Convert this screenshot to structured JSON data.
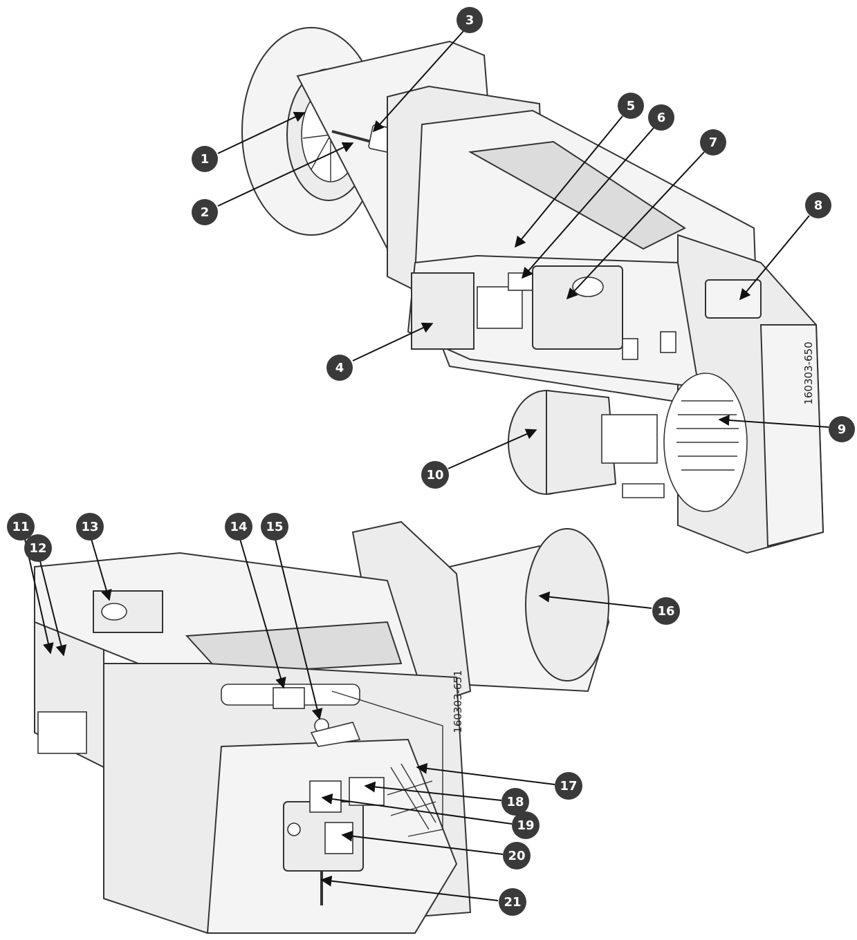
{
  "figure": {
    "top_view_ref": "160303-650",
    "bottom_view_ref": "160303-651",
    "colors": {
      "callout_fill": "#3a3a3a",
      "callout_text": "#ffffff",
      "body_fill": "#ececec",
      "line": "#333333"
    }
  },
  "callouts": [
    {
      "label": "1"
    },
    {
      "label": "2"
    },
    {
      "label": "3"
    },
    {
      "label": "4"
    },
    {
      "label": "5"
    },
    {
      "label": "6"
    },
    {
      "label": "7"
    },
    {
      "label": "8"
    },
    {
      "label": "9"
    },
    {
      "label": "10"
    },
    {
      "label": "11"
    },
    {
      "label": "12"
    },
    {
      "label": "13"
    },
    {
      "label": "14"
    },
    {
      "label": "15"
    },
    {
      "label": "16"
    },
    {
      "label": "17"
    },
    {
      "label": "18"
    },
    {
      "label": "19"
    },
    {
      "label": "20"
    },
    {
      "label": "21"
    }
  ]
}
